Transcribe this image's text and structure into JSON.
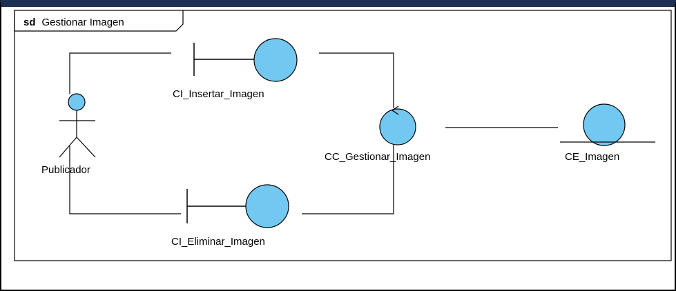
{
  "frame": {
    "keyword": "sd",
    "name": "Gestionar Imagen"
  },
  "actors": [
    {
      "id": "publicador",
      "label": "Publicador"
    }
  ],
  "boundaries": [
    {
      "id": "insertar",
      "label": "CI_Insertar_Imagen"
    },
    {
      "id": "eliminar",
      "label": "CI_Eliminar_Imagen"
    }
  ],
  "controls": [
    {
      "id": "gestionar",
      "label": "CC_Gestionar_Imagen"
    }
  ],
  "entities": [
    {
      "id": "imagen",
      "label": "CE_Imagen"
    }
  ],
  "colors": {
    "object_fill": "#72c8f0",
    "stroke": "#000000",
    "header_bar": "#1f2f52"
  }
}
